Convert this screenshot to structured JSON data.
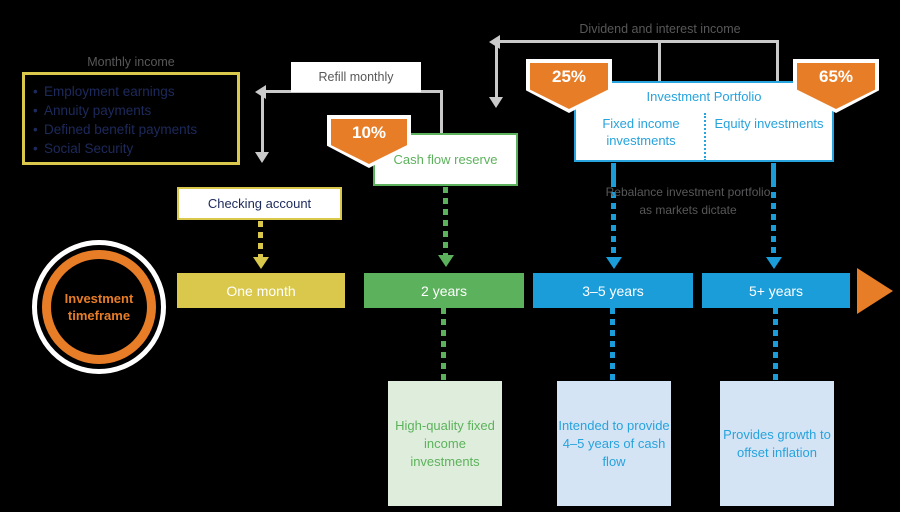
{
  "monthly_income": {
    "title": "Monthly income",
    "items": [
      "Employment earnings",
      "Annuity payments",
      "Defined benefit payments",
      "Social Security"
    ],
    "border_color": "#d9c84b",
    "text_color": "#1d2a5c"
  },
  "connectors": {
    "refill_monthly": "Refill monthly",
    "dividend_and_interest": "Dividend and interest income",
    "rebalance_note": "Rebalance investment portfolio as markets dictate",
    "gray_color": "#cacaca"
  },
  "allocations": {
    "cash_flow_reserve_pct": "10%",
    "fixed_income_pct": "25%",
    "equity_pct": "65%",
    "ribbon_color": "#e87d27"
  },
  "accounts": {
    "checking_account": "Checking account",
    "cash_flow_reserve": "Cash flow reserve"
  },
  "portfolio": {
    "title": "Investment Portfolio",
    "fixed_income": "Fixed income investments",
    "equity": "Equity investments",
    "border_color": "#27a3dd"
  },
  "timeframe_badge": {
    "line1": "Investment",
    "line2": "timeframe",
    "color": "#e87d27"
  },
  "timeline": {
    "bars": [
      {
        "label": "One month",
        "color": "#d9c84b"
      },
      {
        "label": "2 years",
        "color": "#5cb25c"
      },
      {
        "label": "3–5 years",
        "color": "#1b9dd9"
      },
      {
        "label": "5+ years",
        "color": "#1b9dd9"
      }
    ],
    "end_arrow_color": "#e87d27"
  },
  "notes": [
    {
      "text": "High-quality fixed income investments",
      "bg": "#dfeedc",
      "fg": "#5cb25c"
    },
    {
      "text": "Intended to provide 4–5 years of cash flow",
      "bg": "#d4e4f5",
      "fg": "#27a3dd"
    },
    {
      "text": "Provides growth to offset inflation",
      "bg": "#d4e4f5",
      "fg": "#27a3dd"
    }
  ]
}
